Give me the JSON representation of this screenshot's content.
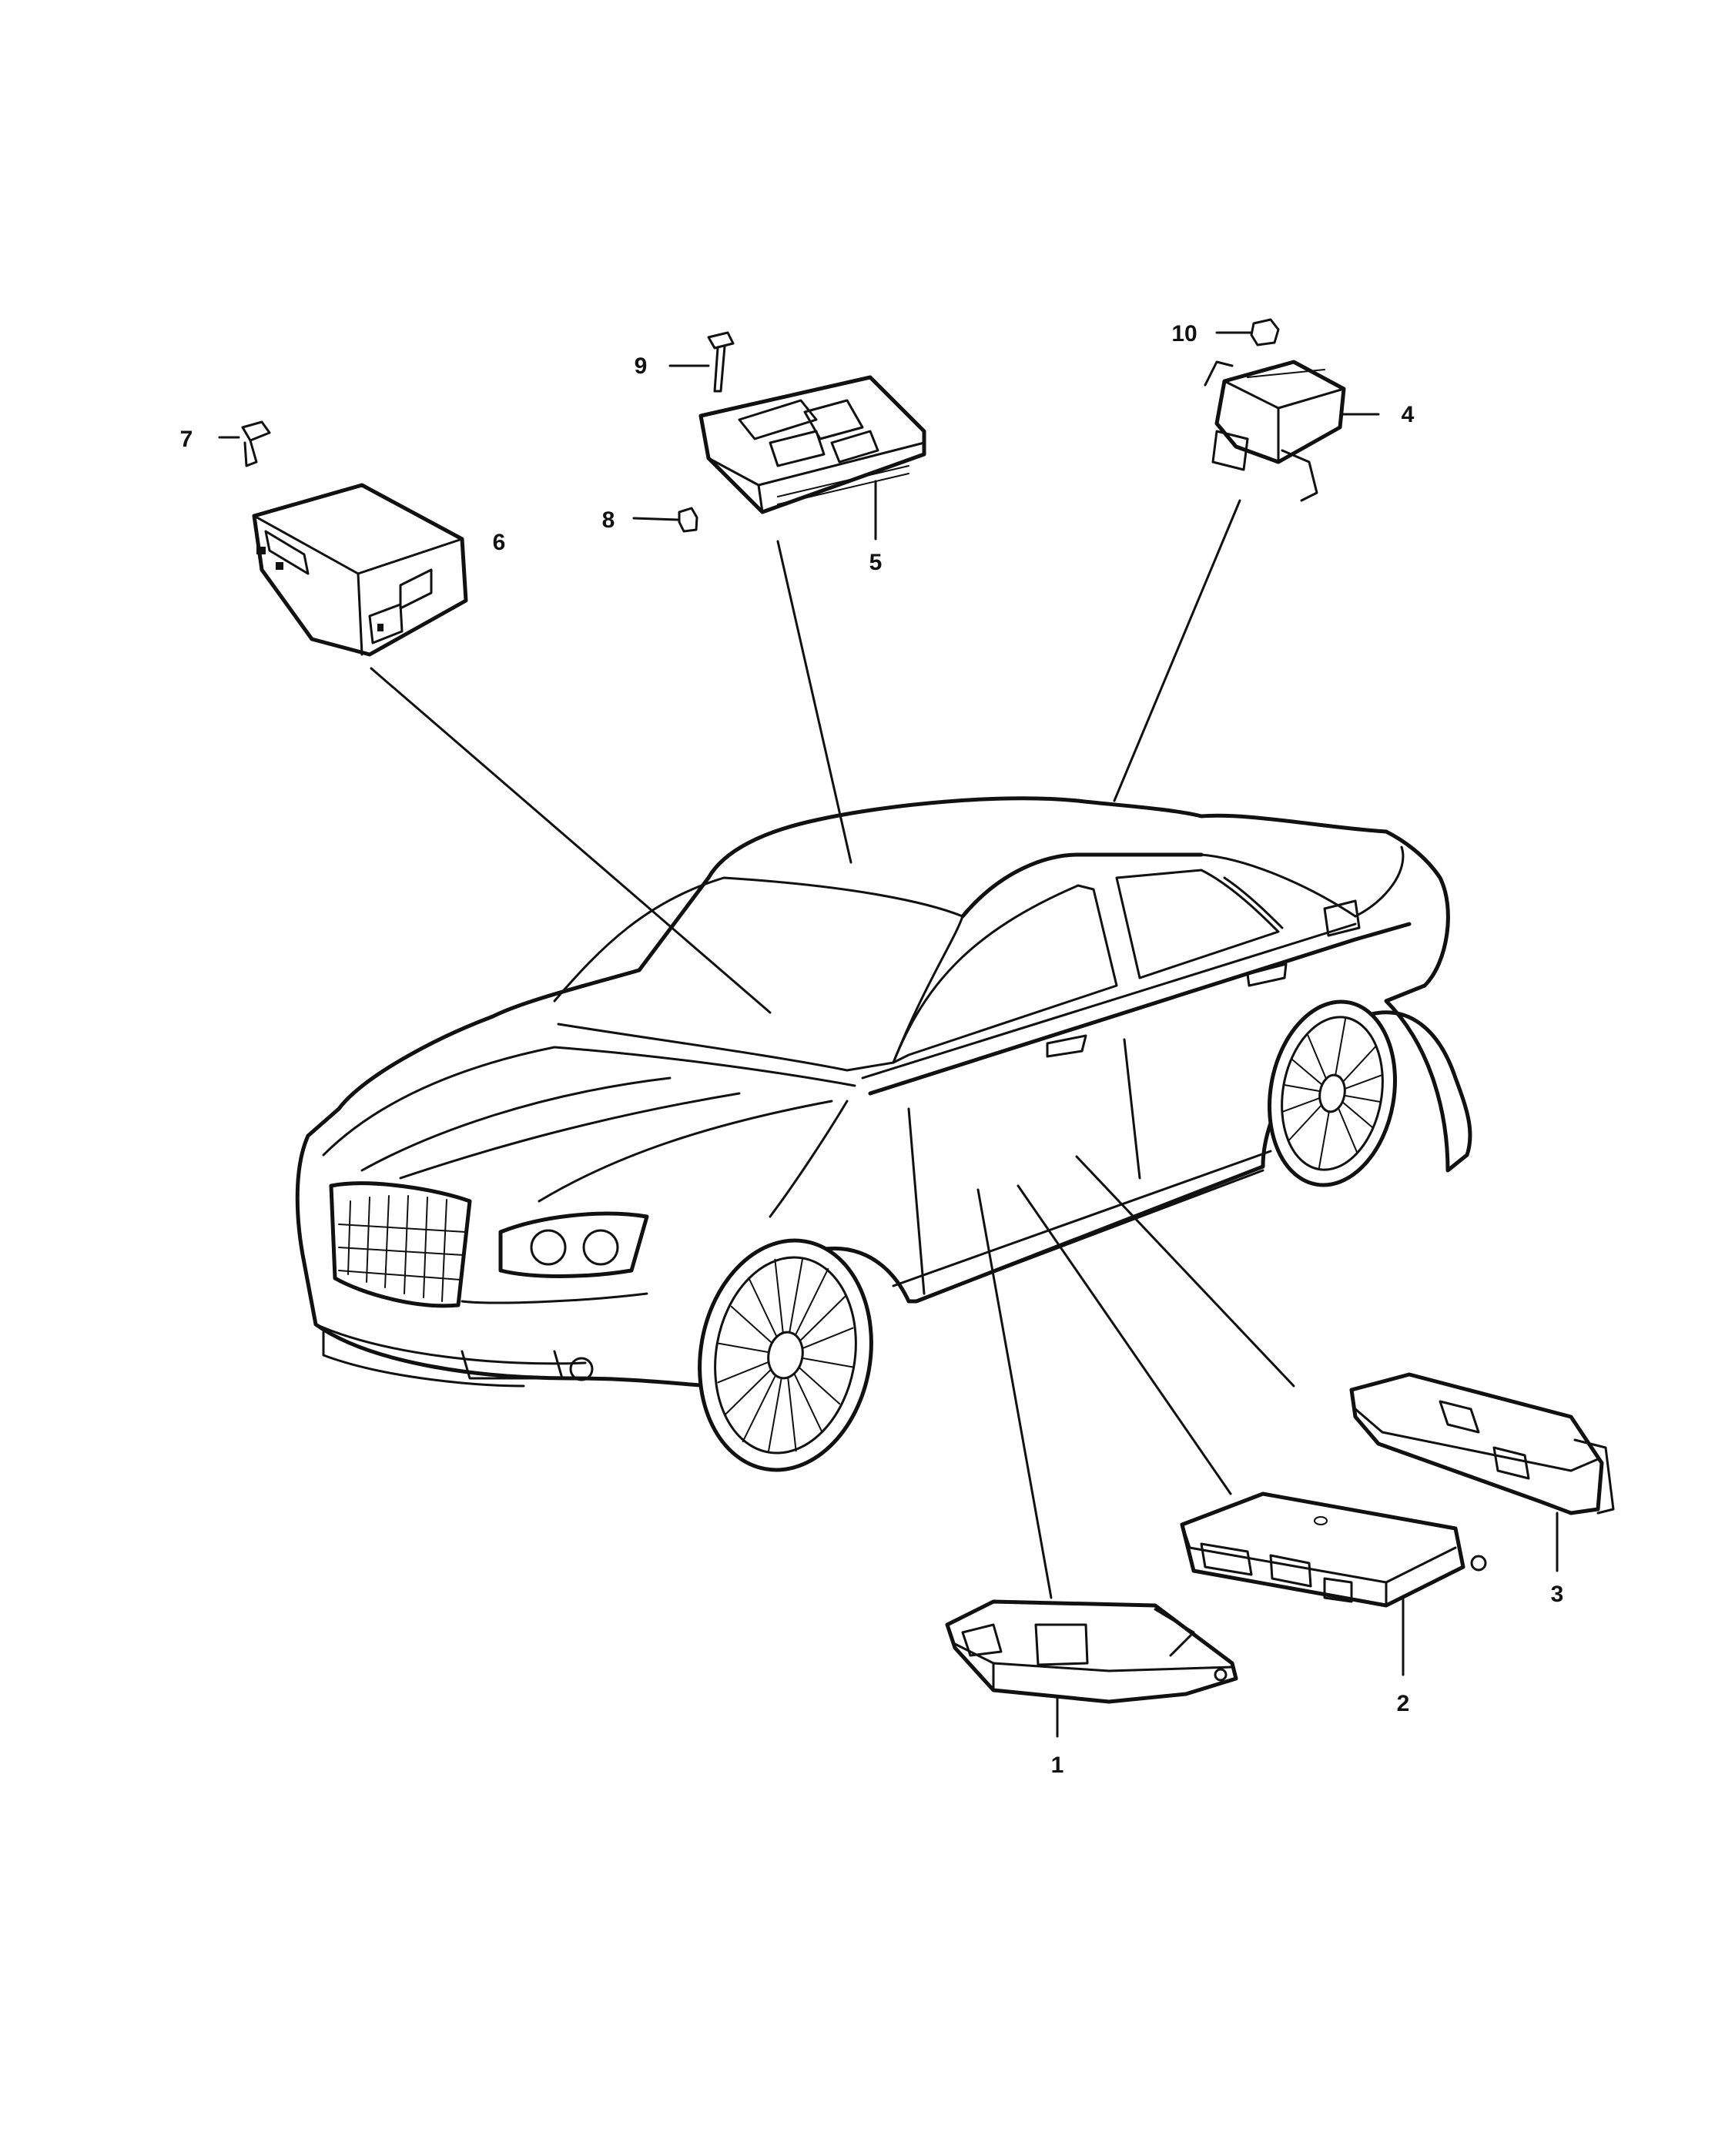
{
  "callouts": [
    {
      "id": "1",
      "label": "1"
    },
    {
      "id": "2",
      "label": "2"
    },
    {
      "id": "3",
      "label": "3"
    },
    {
      "id": "4",
      "label": "4"
    },
    {
      "id": "5",
      "label": "5"
    },
    {
      "id": "6",
      "label": "6"
    },
    {
      "id": "7",
      "label": "7"
    },
    {
      "id": "8",
      "label": "8"
    },
    {
      "id": "9",
      "label": "9"
    },
    {
      "id": "10",
      "label": "10"
    }
  ],
  "icons": {
    "vehicle": "sedan-illustration",
    "modules": "electronic-control-module-icon",
    "fasteners": "screw-bolt-nut-icon"
  }
}
